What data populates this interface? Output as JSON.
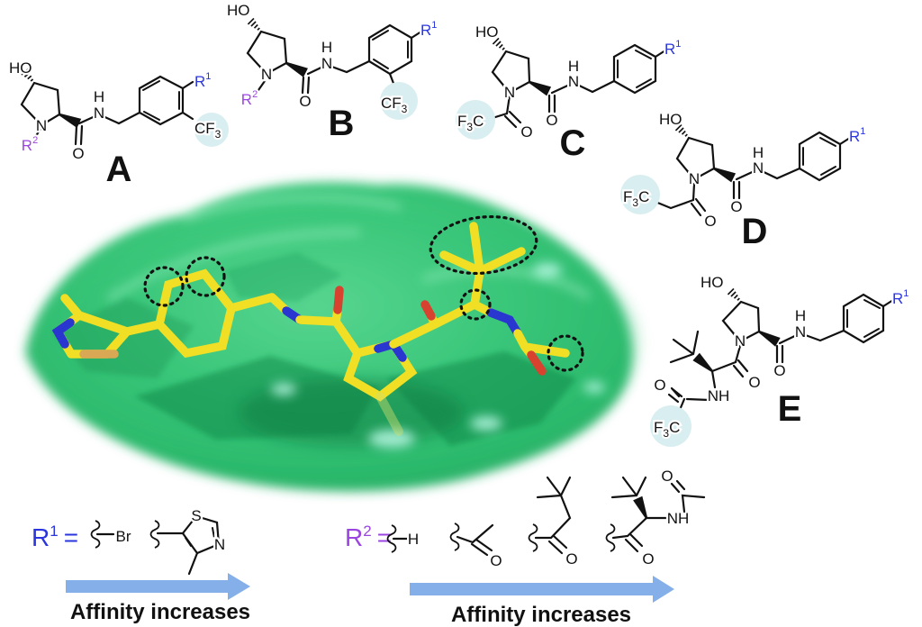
{
  "structures": {
    "a": "A",
    "b": "B",
    "c": "C",
    "d": "D",
    "e": "E"
  },
  "atoms": {
    "ho": "HO",
    "n": "N",
    "h": "H",
    "o": "O",
    "nh": "NH",
    "s": "S",
    "br": "Br",
    "r": "R",
    "one": "1",
    "two": "2",
    "cf": "CF",
    "f": "F",
    "three": "3",
    "c": "C",
    "eq": "="
  },
  "r1_legend": {
    "r": "R",
    "sup": "1",
    "eq": "=",
    "arrow_text": "Affinity increases"
  },
  "r2_legend": {
    "r": "R",
    "sup": "2",
    "eq": "=",
    "arrow_text": "Affinity increases"
  },
  "colors": {
    "r1_blue": "#2a35dd",
    "r2_purple": "#9b45e0",
    "cf3_highlight": "#d9eef0",
    "arrow_blue": "#85afe9",
    "bond_black": "#111111",
    "pocket_green": "#3fca7e",
    "pocket_dark_green": "#0e8747",
    "pocket_light_green": "#8feab8",
    "pocket_cyan": "#b8f8e4",
    "ligand_yellow": "#f1df25",
    "ligand_nitrogen_blue": "#2936d0",
    "ligand_oxygen_red": "#d8432f",
    "ligand_sulfur_tan": "#d8a855"
  }
}
